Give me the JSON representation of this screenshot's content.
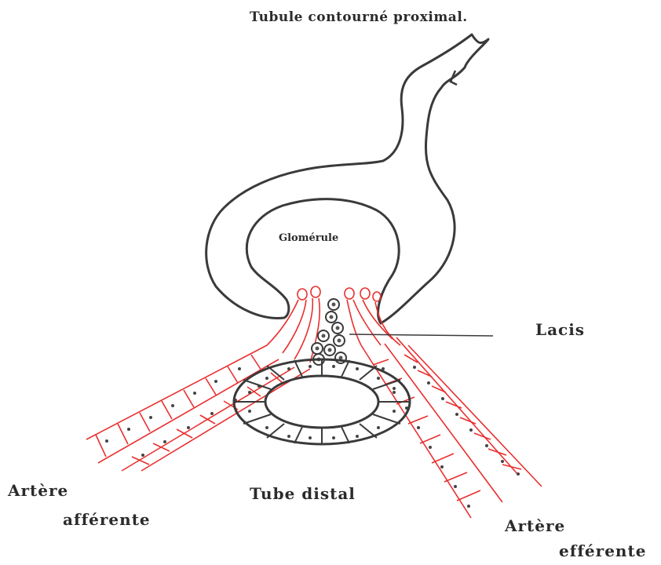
{
  "labels": {
    "tubule_proximal": "Tubule contourné proximal.",
    "glomerule": "Glomérule",
    "lacis": "Lacis",
    "artere_afferente_line1": "Artère",
    "artere_afferente_line2": "afférente",
    "tube_distal": "Tube distal",
    "artere_efferente_line1": "Artère",
    "artere_efferente_line2": "efférente"
  },
  "colors": {
    "outline": "#3a3a3a",
    "vessel": "#e8302f",
    "nucleus": "#444444"
  }
}
